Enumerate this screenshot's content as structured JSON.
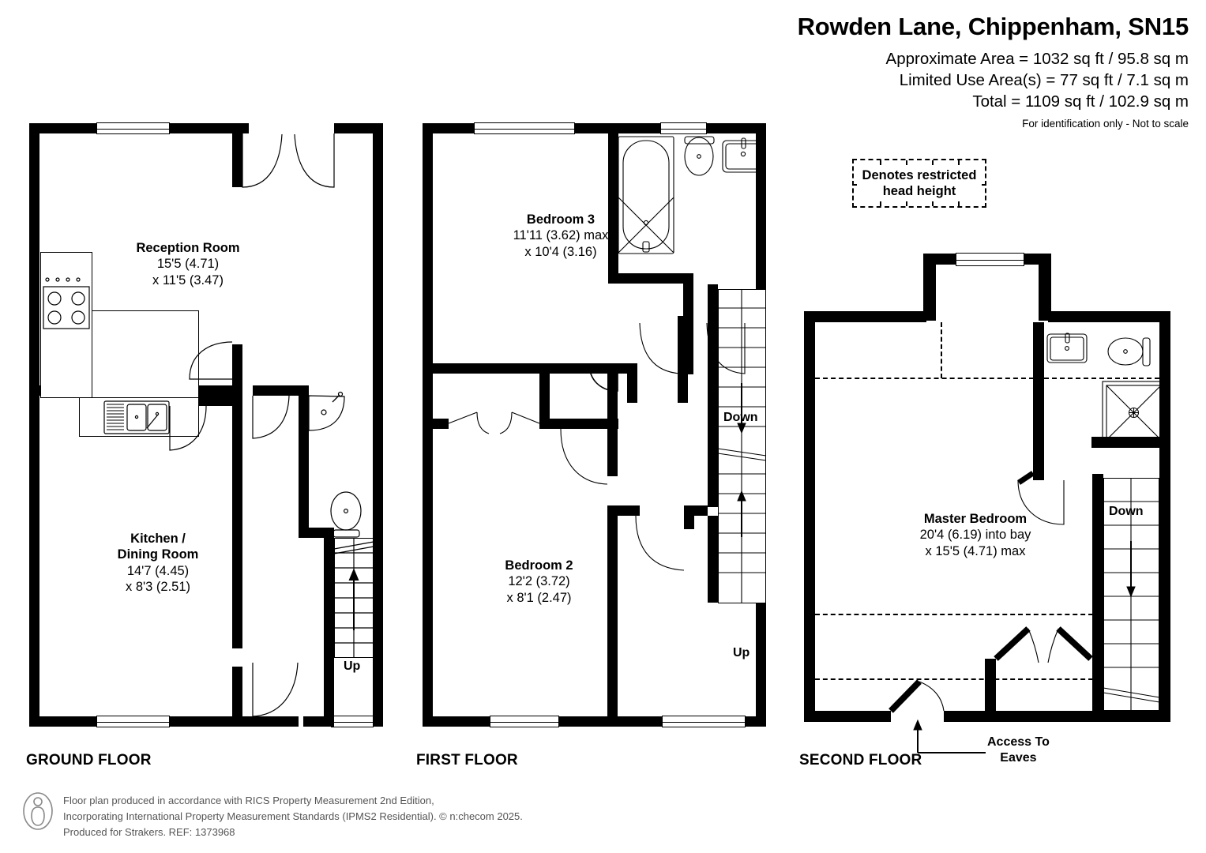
{
  "header": {
    "title": "Rowden Lane, Chippenham, SN15",
    "areas": [
      "Approximate Area = 1032 sq ft / 95.8 sq m",
      "Limited Use Area(s) = 77 sq ft / 7.1 sq m",
      "Total = 1109 sq ft / 102.9 sq m"
    ],
    "note": "For identification only - Not to scale"
  },
  "legend": {
    "line1": "Denotes restricted",
    "line2": "head height"
  },
  "floors": [
    {
      "id": "ground",
      "label": "GROUND FLOOR",
      "rooms": [
        {
          "name": "Reception Room",
          "dim1": "15'5 (4.71)",
          "dim2": "x 11'5 (3.47)"
        },
        {
          "name_line1": "Kitchen /",
          "name_line2": "Dining Room",
          "dim1": "14'7 (4.45)",
          "dim2": "x 8'3 (2.51)"
        }
      ],
      "stairs": [
        {
          "label": "Up"
        }
      ]
    },
    {
      "id": "first",
      "label": "FIRST FLOOR",
      "rooms": [
        {
          "name": "Bedroom 3",
          "dim1": "11'11 (3.62) max",
          "dim2": "x 10'4 (3.16)"
        },
        {
          "name": "Bedroom 2",
          "dim1": "12'2 (3.72)",
          "dim2": "x 8'1 (2.47)"
        }
      ],
      "stairs": [
        {
          "label": "Down"
        },
        {
          "label": "Up"
        }
      ]
    },
    {
      "id": "second",
      "label": "SECOND FLOOR",
      "rooms": [
        {
          "name": "Master Bedroom",
          "dim1": "20'4 (6.19) into bay",
          "dim2": "x 15'5 (4.71) max"
        }
      ],
      "stairs": [
        {
          "label": "Down"
        }
      ],
      "annotations": [
        {
          "line1": "Access To",
          "line2": "Eaves"
        }
      ]
    }
  ],
  "footer": {
    "line1": "Floor plan produced in accordance with RICS Property Measurement 2nd Edition,",
    "line2": "Incorporating International Property Measurement Standards (IPMS2 Residential).   © n:checom 2025.",
    "line3": "Produced for Strakers.   REF: 1373968"
  }
}
